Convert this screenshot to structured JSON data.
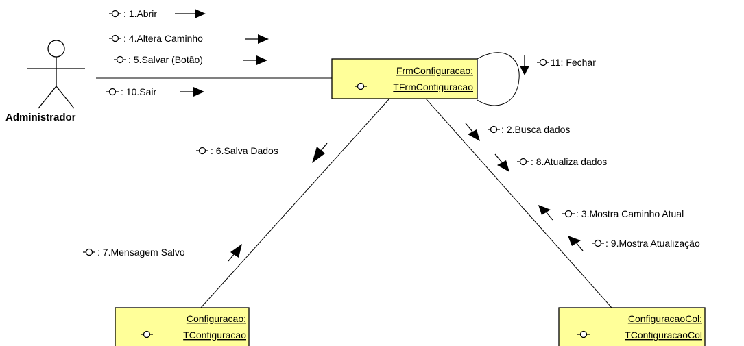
{
  "colors": {
    "object_fill": "#ffff99",
    "stroke": "#000000",
    "background": "#ffffff"
  },
  "actor": {
    "name": "Administrador",
    "icon": "stick-figure-icon"
  },
  "objects": {
    "frm": {
      "name": "FrmConfiguracao:",
      "class": "TFrmConfiguracao"
    },
    "config": {
      "name": "Configuracao:",
      "class": "TConfiguracao"
    },
    "col": {
      "name": "ConfiguracaoCol:",
      "class": "TConfiguracaoCol"
    }
  },
  "messages": {
    "m1": ": 1.Abrir",
    "m4": ": 4.Altera Caminho",
    "m5": ": 5.Salvar (Botão)",
    "m10": ": 10.Sair",
    "m11": "11: Fechar",
    "m2": ": 2.Busca dados",
    "m8": ": 8.Atualiza dados",
    "m6": ": 6.Salva Dados",
    "m7": ": 7.Mensagem Salvo",
    "m3": ": 3.Mostra Caminho Atual",
    "m9": ": 9.Mostra Atualização"
  },
  "icons": {
    "message": "message-icon",
    "arrow": "arrow-icon"
  }
}
